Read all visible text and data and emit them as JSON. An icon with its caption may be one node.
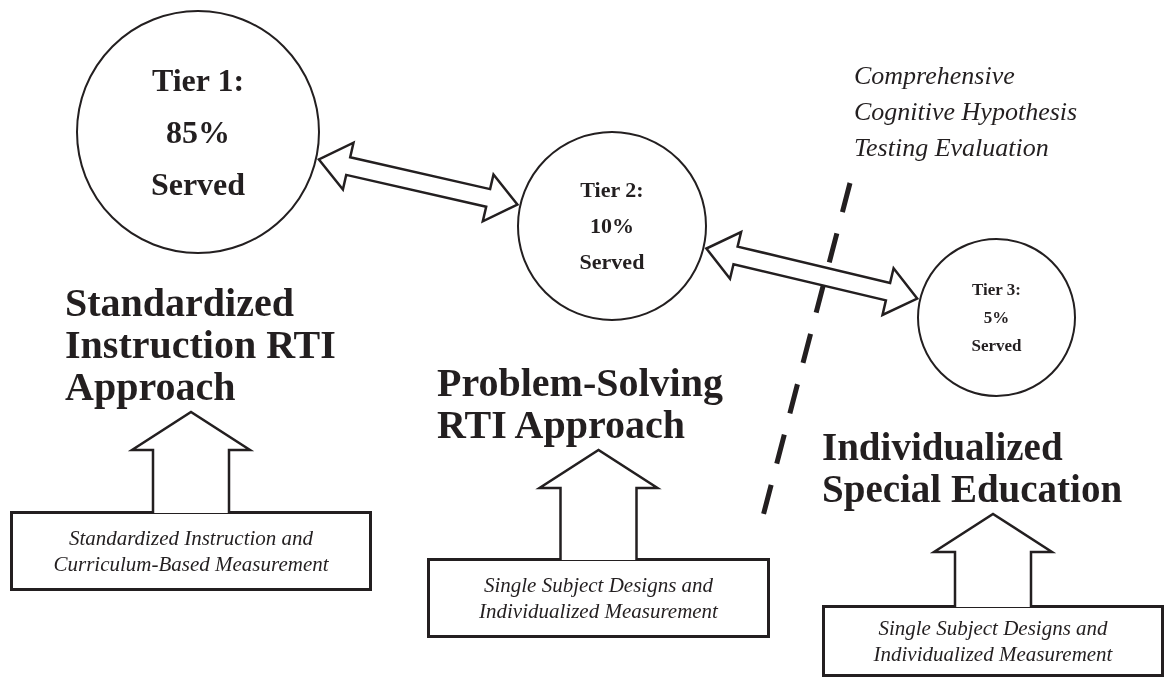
{
  "diagram": {
    "nodes": [
      {
        "text": [
          "Tier 1: 85% Served"
        ]
      },
      {
        "text": [
          "Tier 2: 10% Served"
        ]
      },
      {
        "text": [
          "Tier 3: 5% Served"
        ]
      },
      {
        "text": [
          "Standardized Instruction RTI Approach"
        ]
      },
      {
        "text": [
          "Problem-Solving RTI Approach"
        ]
      },
      {
        "text": [
          "Individualized Special Education"
        ]
      },
      {
        "text": [
          "Standardized Instruction and Curriculum-Based Measurement"
        ]
      },
      {
        "text": [
          "Single Subject Designs and Individualized Measurement"
        ]
      },
      {
        "text": [
          "Single Subject Designs and Individualized Measurement"
        ]
      }
    ],
    "edges": [
      {
        "from": 0,
        "to": 1,
        "arrow": "both"
      },
      {
        "from": 1,
        "to": 2,
        "arrow": "both"
      },
      {
        "from": 6,
        "to": 3,
        "arrow": "to"
      },
      {
        "from": 7,
        "to": 4,
        "arrow": "to"
      },
      {
        "from": 8,
        "to": 5,
        "arrow": "to"
      }
    ],
    "labels": [
      "Comprehensive Cognitive Hypothesis Testing Evaluation"
    ]
  }
}
